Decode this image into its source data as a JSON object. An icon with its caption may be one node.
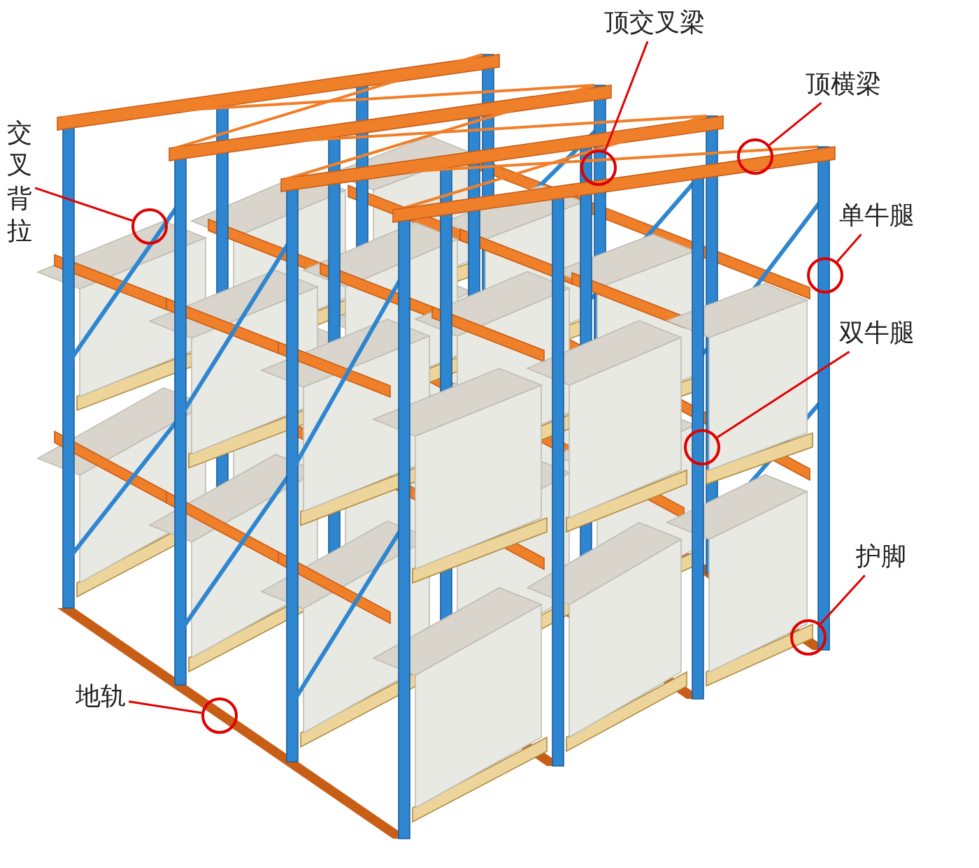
{
  "diagram": {
    "nodes": [
      {
        "text": [
          "顶交叉梁"
        ]
      },
      {
        "text": [
          "顶横梁"
        ]
      },
      {
        "text": [
          "交叉背拉"
        ]
      },
      {
        "text": [
          "单牛腿"
        ]
      },
      {
        "text": [
          "双牛腿"
        ]
      },
      {
        "text": [
          "护脚"
        ]
      },
      {
        "text": [
          "地轨"
        ]
      },
      {
        "text": [],
        "shape": "circle"
      },
      {
        "text": [],
        "shape": "circle"
      },
      {
        "text": [],
        "shape": "circle"
      },
      {
        "text": [],
        "shape": "circle"
      },
      {
        "text": [],
        "shape": "circle"
      },
      {
        "text": [],
        "shape": "circle"
      },
      {
        "text": [],
        "shape": "circle"
      }
    ],
    "edges": [
      {
        "from": 0,
        "to": 7,
        "arrow": "none"
      },
      {
        "from": 1,
        "to": 8,
        "arrow": "none"
      },
      {
        "from": 2,
        "to": 9,
        "arrow": "none"
      },
      {
        "from": 3,
        "to": 10,
        "arrow": "none"
      },
      {
        "from": 4,
        "to": 11,
        "arrow": "none"
      },
      {
        "from": 5,
        "to": 12,
        "arrow": "none"
      },
      {
        "from": 6,
        "to": 13,
        "arrow": "none"
      }
    ]
  }
}
